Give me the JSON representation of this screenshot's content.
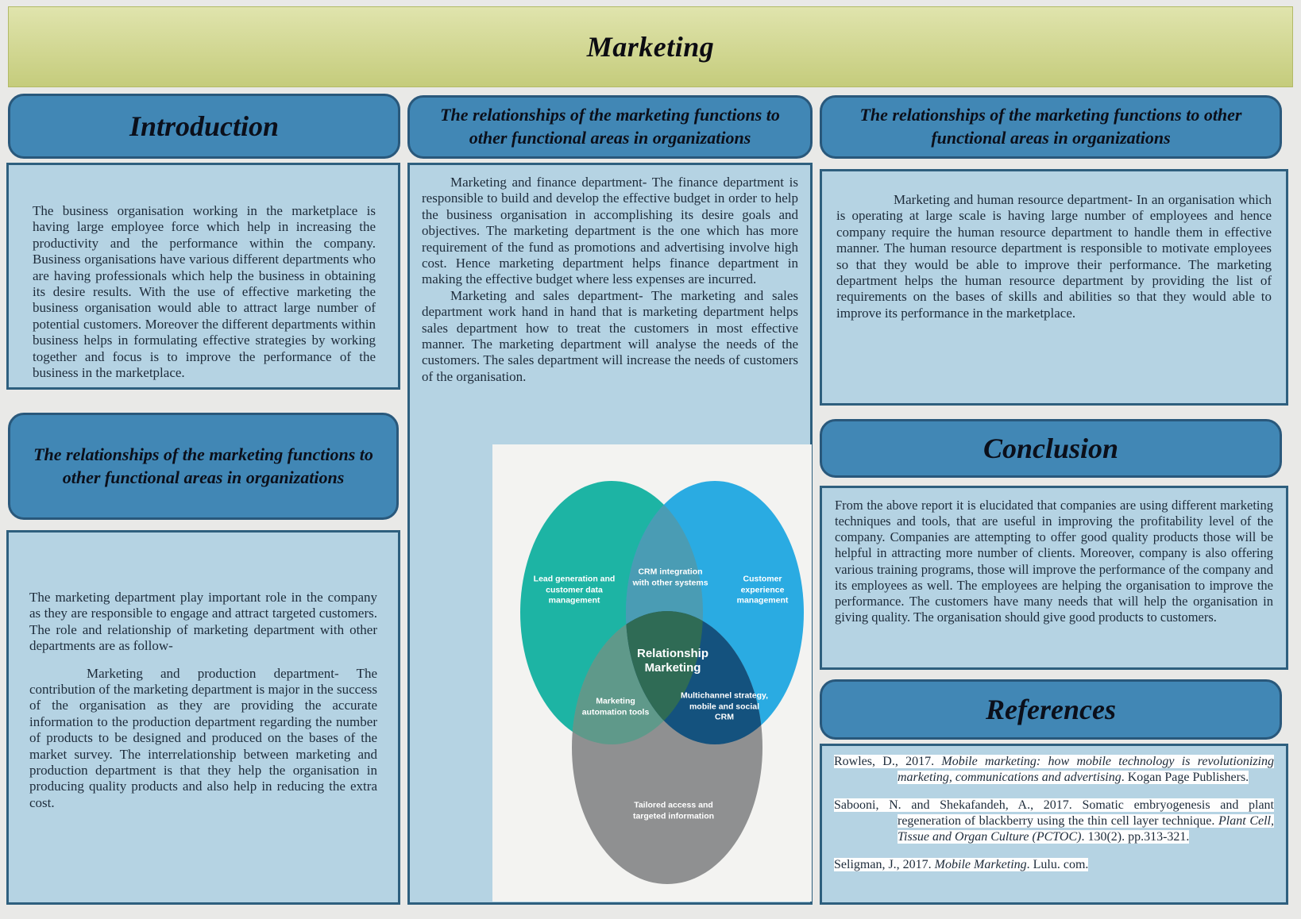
{
  "poster": {
    "title": "Marketing"
  },
  "colors": {
    "banner_top": "#e0e4ad",
    "banner_bottom": "#c5cc7c",
    "header_fill": "#4187b5",
    "header_border": "#29587b",
    "box_fill": "#b5d3e3",
    "box_border": "#2e5f7e",
    "body_text": "#1d2b3a",
    "page_background": "#e9e9e7"
  },
  "left": {
    "intro_header": "Introduction",
    "intro_text": "The business organisation working in the marketplace is having large employee force which help in increasing the productivity and the performance within the company. Business organisations have various different departments who are having professionals which help the business in obtaining its desire results. With the use of effective marketing the business organisation would able to attract large number of potential customers. Moreover the different departments within business helps in formulating effective strategies by working together and focus is to improve the performance of the business in the marketplace.",
    "rel_header": "The relationships of the marketing functions to other functional areas in organizations",
    "rel_p1": "The marketing department play important role in the company as they are responsible to engage and attract targeted customers. The role and relationship of marketing department with other departments are as follow-",
    "rel_p2": "Marketing and production department- The contribution of the marketing department is major in the success of the organisation as they are providing the accurate information to the production department regarding the number of products to be designed and produced on the bases of the market survey. The interrelationship between marketing and production department is that they help the organisation in producing quality products and also help in reducing the extra cost."
  },
  "middle": {
    "header": "The relationships of the marketing functions to other functional areas in organizations",
    "p1": "Marketing and finance department- The finance department is responsible to build and develop the effective budget in order to help the business organisation in accomplishing its desire goals and objectives. The marketing department is the one which has more requirement of the fund as promotions and advertising involve high cost. Hence marketing department helps finance department in making the effective budget where less expenses are incurred.",
    "p2": "Marketing and sales department- The marketing and sales department work hand in hand that is marketing department helps sales department how to treat the customers in most effective manner. The marketing department will analyse the needs of the customers. The sales department will increase the needs of customers of the organisation.",
    "venn": {
      "circle_left": {
        "label": "Lead generation and customer data management",
        "color": "#1db4a4"
      },
      "circle_right": {
        "label": "Customer experience management",
        "color": "#2aabe2"
      },
      "circle_bottom": {
        "label": "Tailored access and targeted information",
        "color": "#8f9091"
      },
      "overlap_top": {
        "label": "CRM integration with other systems",
        "color": "#4a9cb4"
      },
      "overlap_left": {
        "label": "Marketing automation tools",
        "color": "#5f998a"
      },
      "overlap_right": {
        "label": "Multichannel strategy, mobile and social CRM",
        "color": "#14527e"
      },
      "center": {
        "label": "Relationship Marketing",
        "color": "#2f6b55"
      }
    }
  },
  "right": {
    "header": "The relationships of the marketing functions to other functional areas in organizations",
    "p1": "Marketing and human resource department- In an organisation which is operating at large scale is having large number of employees and hence company require the human resource department to handle them in effective manner. The human resource department is responsible to motivate employees so that they would be able to improve their performance. The marketing department helps the human resource department by providing the list of requirements on the bases of skills and abilities so that they would able to improve its performance in the marketplace.",
    "conclusion_header": "Conclusion",
    "conclusion_text": "From the above report it is elucidated that companies are using different marketing techniques and tools, that are useful in improving the profitability level of the company. Companies are attempting to offer good quality products those will be helpful in attracting more number of clients. Moreover, company is also offering various training programs, those will improve the performance of the company and its employees as well. The employees are helping the organisation to improve the performance. The customers have many needs that will help the organisation in giving quality. The organisation should give good products to customers.",
    "references_header": "References",
    "refs": {
      "r1a": "Rowles, D., 2017. ",
      "r1b": "Mobile marketing: how mobile technology is revolutionizing marketing, communications and advertising",
      "r1c": ". Kogan Page Publishers.",
      "r2a": "Sabooni, N. and Shekafandeh, A., 2017. Somatic embryogenesis and plant regeneration of blackberry using the thin cell layer technique. ",
      "r2b": "Plant Cell, Tissue and Organ Culture (PCTOC)",
      "r2c": ". 130(2). pp.313-321.",
      "r3a": "Seligman, J., 2017. ",
      "r3b": "Mobile Marketing",
      "r3c": ". Lulu. com."
    }
  }
}
